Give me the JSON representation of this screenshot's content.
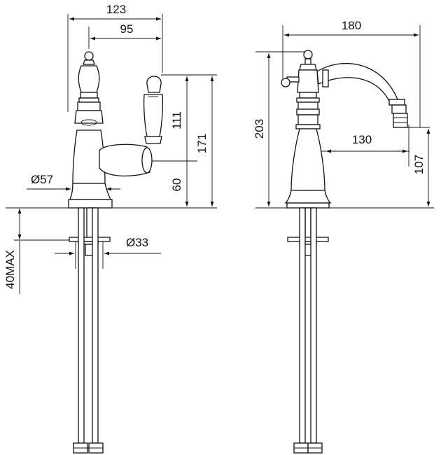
{
  "dimensions": {
    "left_width_123": "123",
    "left_width_95": "95",
    "left_height_111": "111",
    "left_height_171": "171",
    "left_height_60": "60",
    "left_diameter_57": "Ø57",
    "left_diameter_33": "Ø33",
    "left_max_40": "40MAX",
    "right_width_180": "180",
    "right_height_203": "203",
    "right_reach_130": "130",
    "right_height_107": "107"
  }
}
